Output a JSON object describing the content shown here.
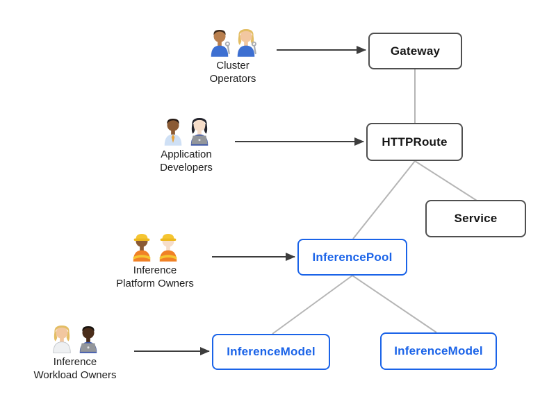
{
  "page": {
    "background": "#ffffff"
  },
  "diagram": {
    "colors": {
      "blue_accent": "#1a63e8",
      "dark_box_border": "#4f4f4f",
      "tree_line_gray": "#b5b5b5",
      "actor_arrow": "#3d3d3d",
      "label_text": "#1d1d1d"
    },
    "personas": [
      {
        "id": "cluster-operators",
        "label_lines": [
          "Cluster",
          "Operators"
        ],
        "people": [
          {
            "name": "man-mechanic",
            "emoji": "👨🏽‍🔧",
            "skin": "#b97f4e",
            "hair": "#3e2a1a",
            "hairstyle": "short",
            "outfit": "#3d6fd1",
            "accessory": "wrench"
          },
          {
            "name": "woman-mechanic",
            "emoji": "👩🏼‍🔧",
            "skin": "#f2c7a0",
            "hair": "#e3bd63",
            "hairstyle": "long",
            "outfit": "#3d6fd1",
            "accessory": "wrench"
          }
        ]
      },
      {
        "id": "application-developers",
        "label_lines": [
          "Application",
          "Developers"
        ],
        "people": [
          {
            "name": "man-office-worker",
            "emoji": "👨🏾‍💼",
            "skin": "#8a5a34",
            "hair": "#241812",
            "hairstyle": "short",
            "outfit": "#cfe0f5",
            "accessory": "tie"
          },
          {
            "name": "woman-technologist",
            "emoji": "👩🏻‍💻",
            "skin": "#f6ddc9",
            "hair": "#23232b",
            "hairstyle": "long",
            "outfit": "#3b55a8",
            "accessory": "laptop"
          }
        ]
      },
      {
        "id": "inference-platform-owners",
        "label_lines": [
          "Inference",
          "Platform Owners"
        ],
        "people": [
          {
            "name": "woman-construction-worker",
            "emoji": "👷🏾‍♀️",
            "skin": "#8a5a34",
            "hair": "#241812",
            "hairstyle": "long",
            "hat": "hardhat",
            "outfit": "#f08126",
            "vest_stripe": "#f5c531",
            "accessory": "none"
          },
          {
            "name": "man-construction-worker",
            "emoji": "👷🏻",
            "skin": "#f6ddc9",
            "hair": "#6b4a2b",
            "hairstyle": "short",
            "hat": "hardhat",
            "outfit": "#f08126",
            "vest_stripe": "#f5c531",
            "accessory": "none"
          }
        ]
      },
      {
        "id": "inference-workload-owners",
        "label_lines": [
          "Inference",
          "Workload Owners"
        ],
        "people": [
          {
            "name": "health-worker",
            "emoji": "🧑🏼‍⚕️",
            "skin": "#f2c7a0",
            "hair": "#e3bd63",
            "hairstyle": "long",
            "outfit": "#eef0f2",
            "outfit_stroke": "#c3c7cc",
            "accessory": "none"
          },
          {
            "name": "man-technologist",
            "emoji": "👨🏿‍💻",
            "skin": "#4a2d1a",
            "hair": "#17120e",
            "hairstyle": "short",
            "outfit": "#3b55a8",
            "accessory": "laptop"
          }
        ]
      }
    ],
    "nodes": {
      "gateway": {
        "label": "Gateway",
        "style": "dark"
      },
      "httproute": {
        "label": "HTTPRoute",
        "style": "dark"
      },
      "service": {
        "label": "Service",
        "style": "dark"
      },
      "inference_pool": {
        "label": "InferencePool",
        "style": "blue"
      },
      "inference_model_left": {
        "label": "InferenceModel",
        "style": "blue"
      },
      "inference_model_right": {
        "label": "InferenceModel",
        "style": "blue"
      }
    },
    "edges": [
      {
        "from": "gateway",
        "to": "httproute"
      },
      {
        "from": "httproute",
        "to": "service"
      },
      {
        "from": "httproute",
        "to": "inference_pool"
      },
      {
        "from": "inference_pool",
        "to": "inference_model_left"
      },
      {
        "from": "inference_pool",
        "to": "inference_model_right"
      }
    ],
    "actor_arrows": [
      {
        "from": "cluster-operators",
        "to": "gateway"
      },
      {
        "from": "application-developers",
        "to": "httproute"
      },
      {
        "from": "inference-platform-owners",
        "to": "inference_pool"
      },
      {
        "from": "inference-workload-owners",
        "to": "inference_model_left"
      }
    ]
  }
}
